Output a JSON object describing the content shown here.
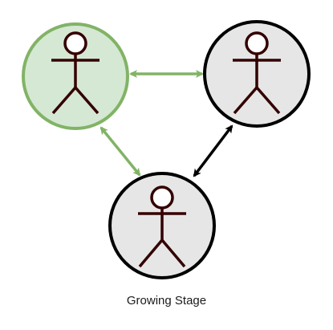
{
  "caption": "Growing Stage",
  "colors": {
    "green_fill": "#d5e8d4",
    "green_stroke": "#82b366",
    "gray_fill": "#e6e6e6",
    "black_stroke": "#000000",
    "figure_stroke": "#330000",
    "figure_head_fill": "#ffffff"
  },
  "nodes": [
    {
      "id": "person-left",
      "style": "green",
      "icon": "person-icon"
    },
    {
      "id": "person-right",
      "style": "gray",
      "icon": "person-icon"
    },
    {
      "id": "person-bottom",
      "style": "gray",
      "icon": "person-icon"
    }
  ],
  "connections": [
    {
      "id": "arrow-left-right",
      "from": "person-left",
      "to": "person-right",
      "style": "green",
      "bidirectional": true
    },
    {
      "id": "arrow-left-bottom",
      "from": "person-left",
      "to": "person-bottom",
      "style": "green",
      "bidirectional": true
    },
    {
      "id": "arrow-right-bottom",
      "from": "person-right",
      "to": "person-bottom",
      "style": "black",
      "bidirectional": true
    }
  ]
}
